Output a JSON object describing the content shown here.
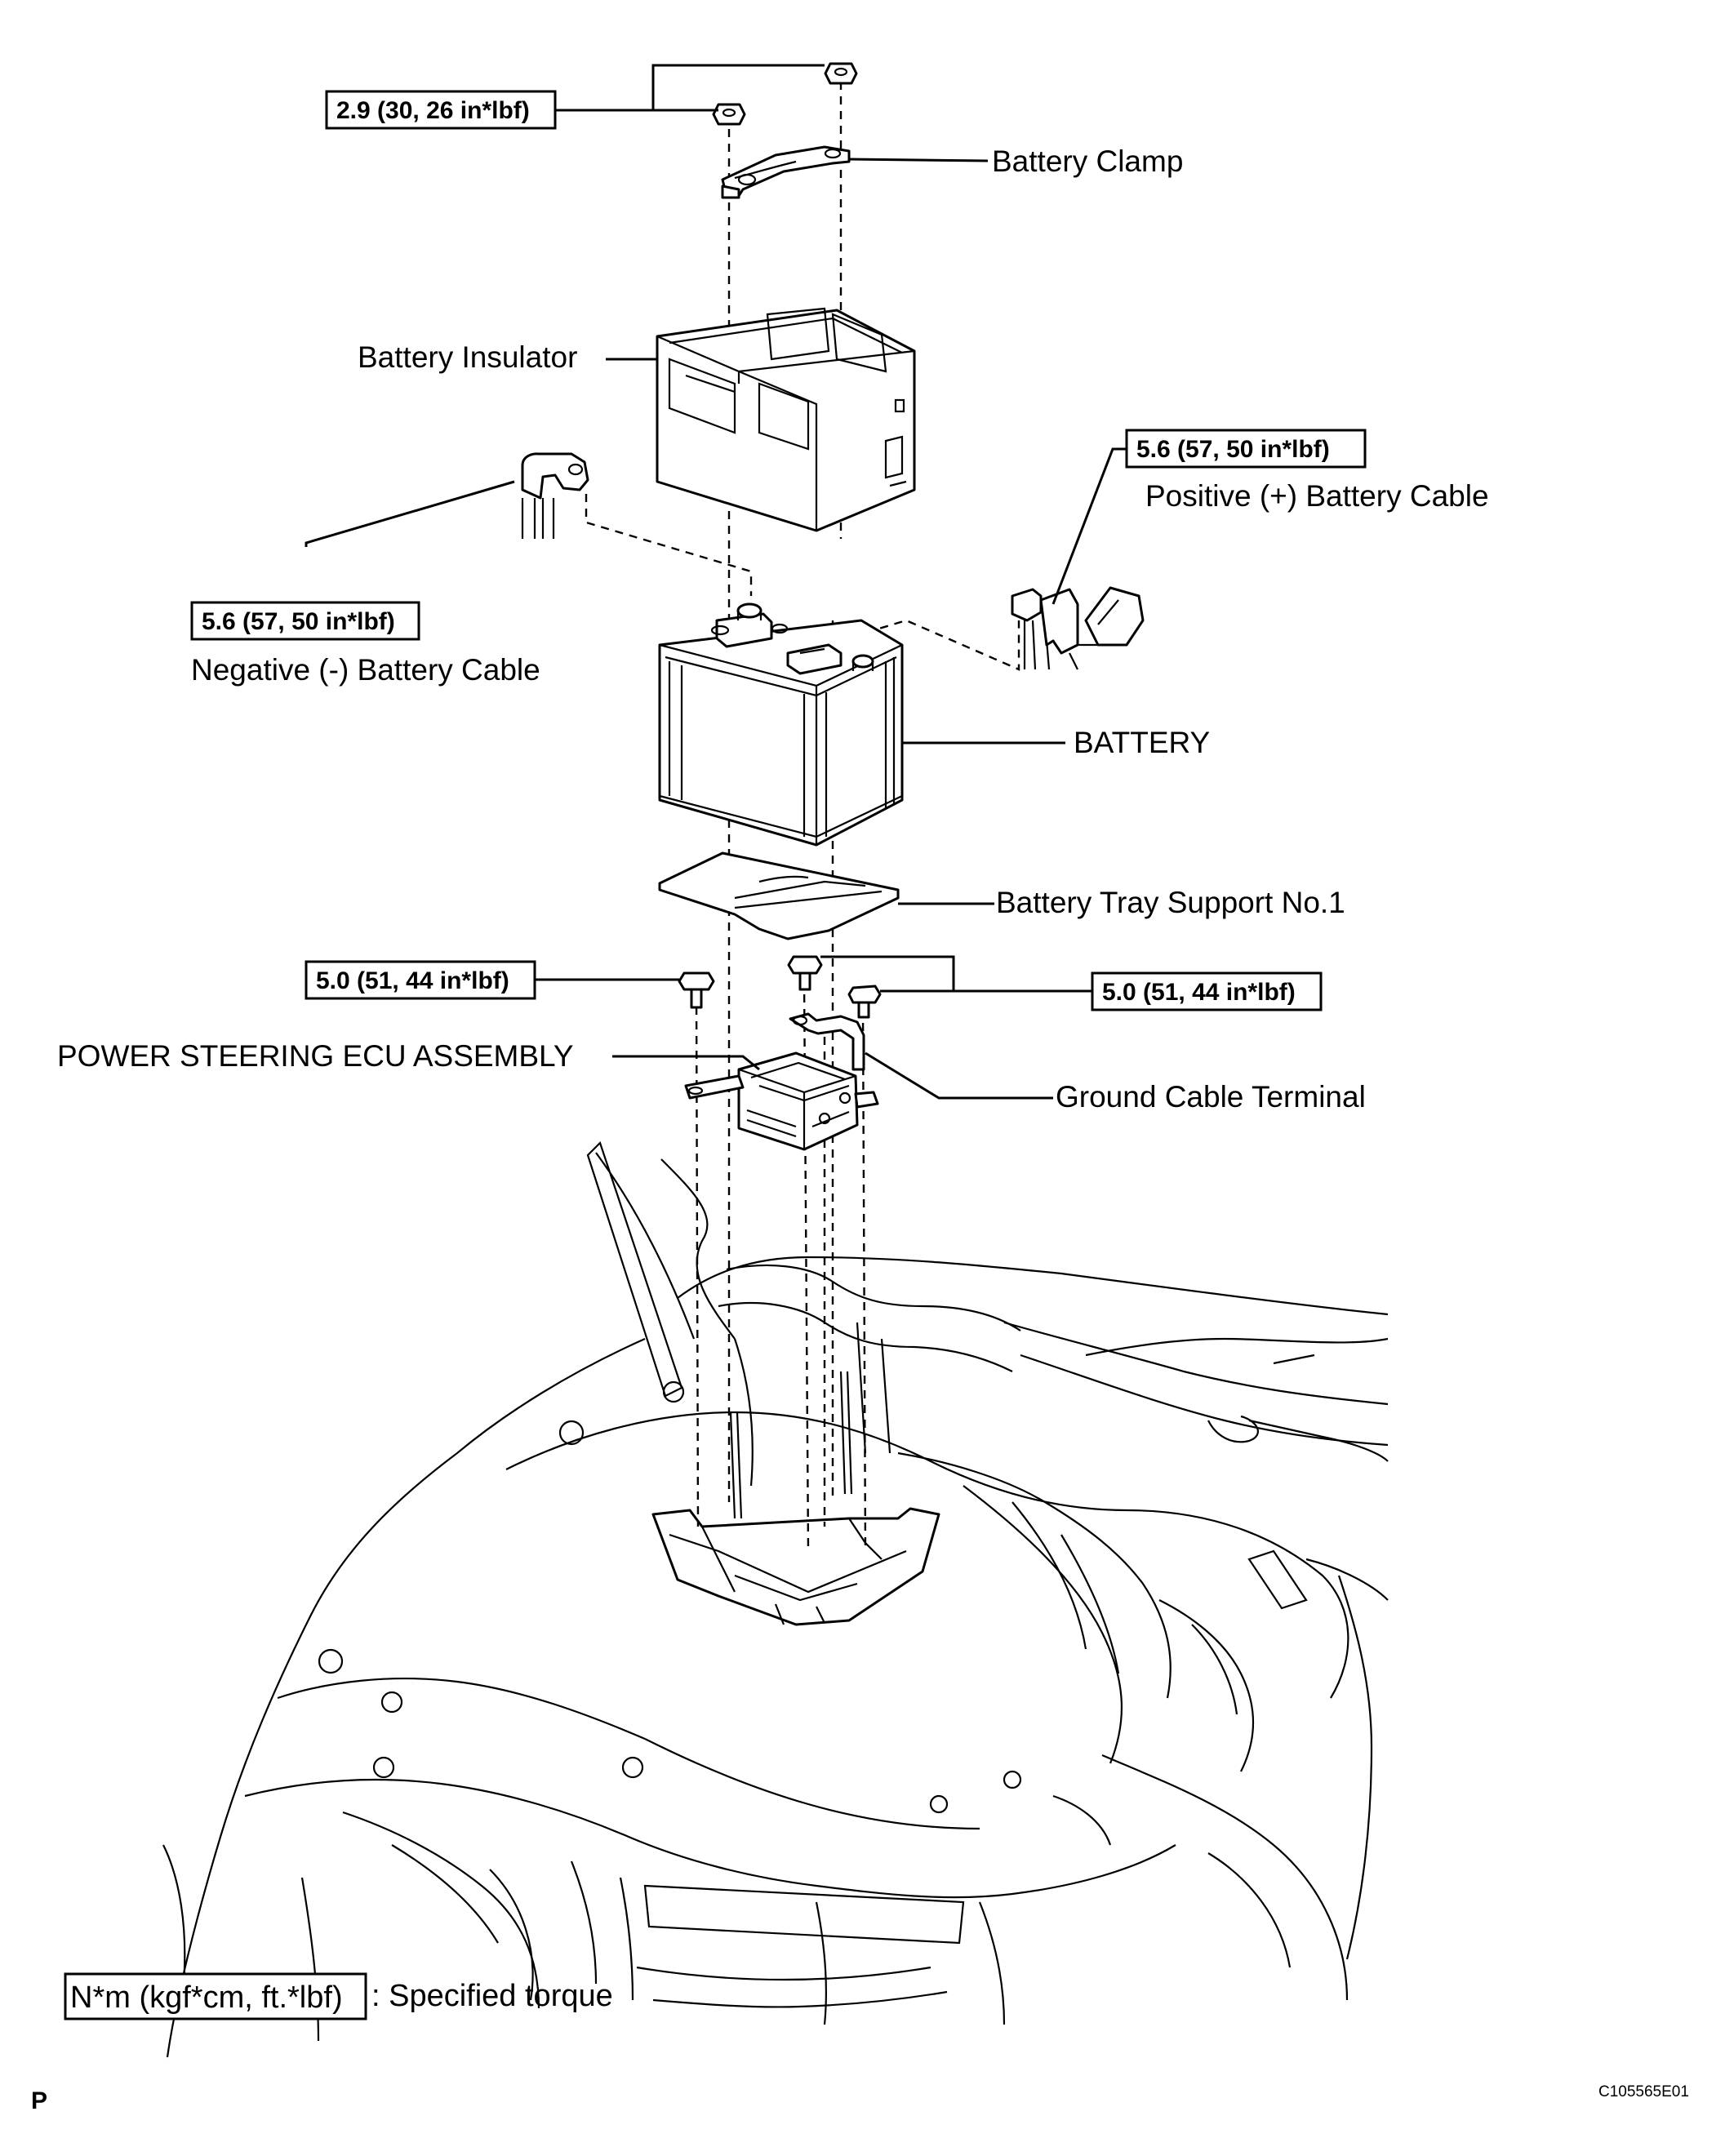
{
  "torque_specs": {
    "clamp_nut": "2.9 (30, 26 in*lbf)",
    "positive_cable": "5.6 (57, 50 in*lbf)",
    "negative_cable": "5.6 (57, 50 in*lbf)",
    "ecu_bolt_left": "5.0 (51, 44 in*lbf)",
    "ecu_bolt_right": "5.0 (51, 44 in*lbf)"
  },
  "labels": {
    "battery_clamp": "Battery Clamp",
    "battery_insulator": "Battery Insulator",
    "positive_cable": "Positive (+) Battery Cable",
    "negative_cable": "Negative (-) Battery Cable",
    "battery": "BATTERY",
    "tray_support": "Battery Tray Support No.1",
    "ps_ecu": "POWER STEERING ECU ASSEMBLY",
    "ground_cable": "Ground Cable Terminal"
  },
  "legend": {
    "unit_box": "N*m (kgf*cm, ft.*lbf)",
    "text": ": Specified torque"
  },
  "corner_mark": "P",
  "figure_id": "C105565E01",
  "colors": {
    "ink": "#000000",
    "paper": "#ffffff"
  }
}
